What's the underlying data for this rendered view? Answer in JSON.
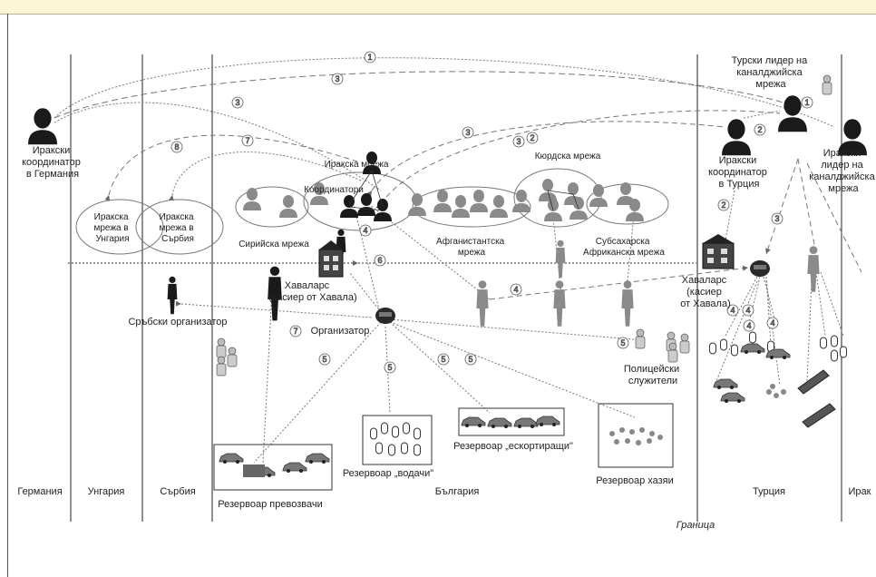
{
  "countries": [
    "Германия",
    "Унгария",
    "Сърбия",
    "България",
    "Турция",
    "Ирак"
  ],
  "border_label": "Граница",
  "actors": {
    "iraqi_coordinator_germany": [
      "Иракски",
      "координатор",
      "в Германия"
    ],
    "turkish_leader": [
      "Турски лидер на",
      "каналджийска",
      "мрежа"
    ],
    "iraqi_coordinator_turkey": [
      "Иракски",
      "координатор",
      "в Турция"
    ],
    "iraqi_leader": [
      "Иракски",
      "лидер на",
      "каналджийска",
      "мрежа"
    ],
    "hawala_bg": [
      "Хаваларс",
      "(касиер от Хавала)"
    ],
    "hawala_tr": [
      "Хаваларс",
      "(касиер",
      "от Хавала)"
    ],
    "serbian_organizer": "Сръбски организатор",
    "organizer": "Организатор",
    "police": [
      "Полицейски",
      "служители"
    ]
  },
  "networks": {
    "iraqi": "Иракска мрежа",
    "coordinators": "Координатори",
    "kurdish": "Кюрдска мрежа",
    "syrian": "Сирийска мрежа",
    "afghan": [
      "Афганистантска",
      "мрежа"
    ],
    "subsaharan": [
      "Субсахарска",
      "Африканска мрежа"
    ],
    "hungary_net": [
      "Иракска",
      "мрежа в",
      "Унгария"
    ],
    "serbia_net": [
      "Иракска",
      "мрежа в",
      "Сърбия"
    ]
  },
  "reservoirs": {
    "carriers": "Резервоар превозвачи",
    "guides": "Резервоар „водачи\"",
    "escorts": "Резервоар „ескортиращи\"",
    "hosts": "Резервоар хазяи"
  },
  "step_numbers": [
    "1",
    "2",
    "3",
    "4",
    "5",
    "6",
    "7",
    "8"
  ],
  "colors": {
    "dark": "#1a1a1a",
    "grey": "#8a8a8a",
    "topbar": "#fdf6d6"
  }
}
